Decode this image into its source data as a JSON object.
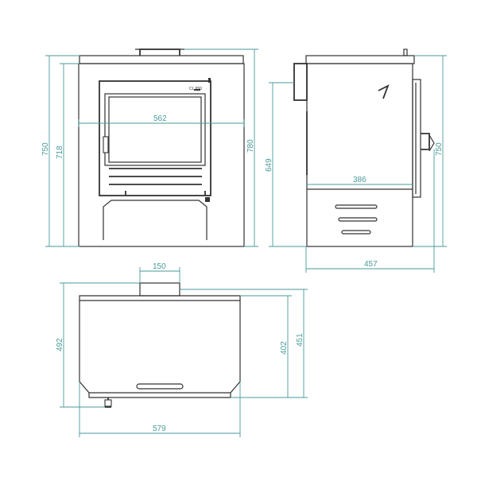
{
  "colors": {
    "dimension_line": "#4a9a9a",
    "outline": "#333333",
    "background": "#ffffff"
  },
  "dimensions": {
    "front_height_total": "750",
    "front_height_body": "718",
    "front_height_flue": "780",
    "front_window_width": "562",
    "side_height_lower": "649",
    "side_height_total": "750",
    "side_inner_depth": "386",
    "side_depth_total": "457",
    "top_flue_width": "150",
    "top_depth_total": "492",
    "top_depth_body": "402",
    "top_depth_inner": "451",
    "top_width_total": "579"
  },
  "door_badge": "CL 650"
}
